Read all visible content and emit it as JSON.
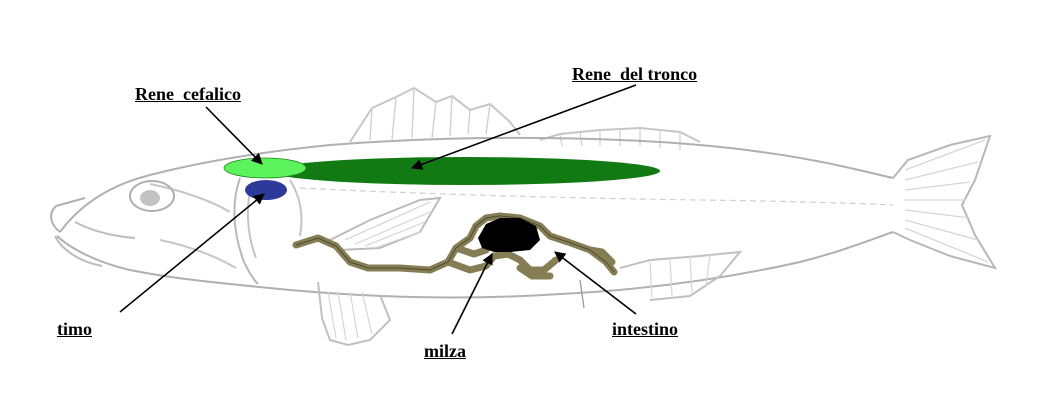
{
  "labels": {
    "rene_cefalico": "Rene  cefalico",
    "rene_del_tronco": "Rene  del tronco",
    "timo": "timo",
    "milza": "milza",
    "intestino": "intestino"
  },
  "colors": {
    "head_kidney": "#5cf25c",
    "trunk_kidney": "#127a12",
    "thymus": "#2e3a9a",
    "spleen": "#000000",
    "intestine": "#857d54",
    "fish_outline": "#b8b8b8"
  }
}
